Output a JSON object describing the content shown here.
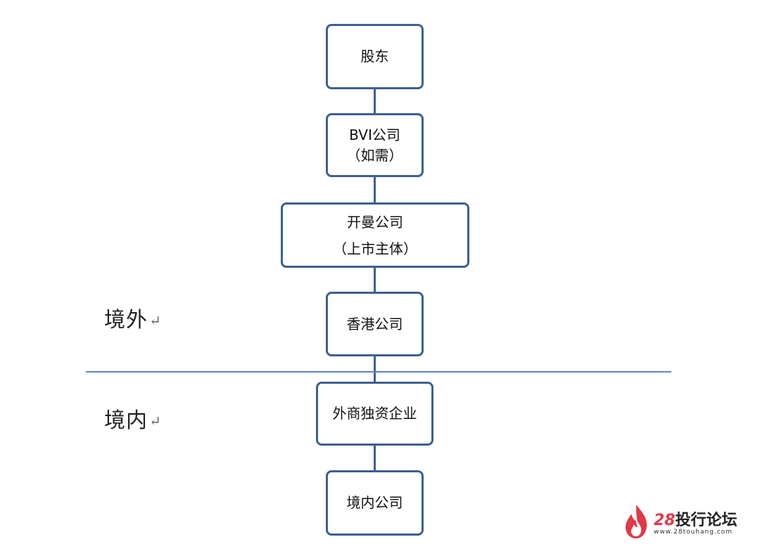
{
  "nodes": [
    {
      "id": "shareholders",
      "lines": [
        "股东"
      ]
    },
    {
      "id": "bvi",
      "lines": [
        "BVI公司",
        "（如需）"
      ]
    },
    {
      "id": "cayman",
      "lines": [
        "开曼公司",
        "（上市主体）"
      ]
    },
    {
      "id": "hongkong",
      "lines": [
        "香港公司"
      ]
    },
    {
      "id": "wfoe",
      "lines": [
        "外商独资企业"
      ]
    },
    {
      "id": "domestic",
      "lines": [
        "境内公司"
      ]
    }
  ],
  "regions": {
    "offshore": "境外",
    "onshore": "境内",
    "return_mark": "↵"
  },
  "watermark": {
    "number": "28",
    "name": "投行论坛",
    "url": "www.28touhang.com"
  },
  "colors": {
    "box_border": "#3d5f94",
    "divider": "#5b86c4",
    "brand_red": "#e2384a"
  }
}
